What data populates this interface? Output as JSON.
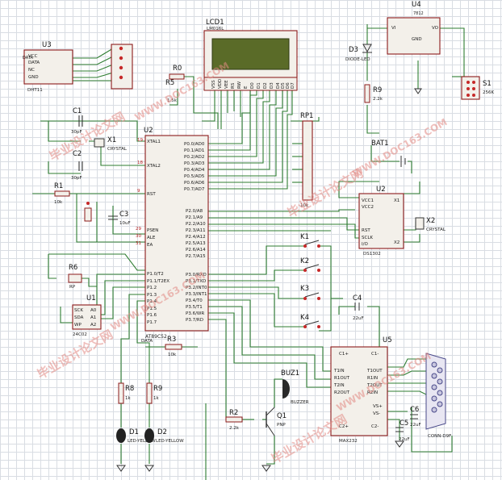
{
  "refs": {
    "U1": "U1",
    "U2": "U2",
    "U3": "U3",
    "U4": "U4",
    "U5": "U5",
    "LCD1": "LCD1",
    "RP1": "RP1",
    "D1": "D1",
    "D2": "D2",
    "D3": "D3",
    "R1": "R1",
    "R2": "R2",
    "R3": "R3",
    "R5": "R5",
    "R6": "R6",
    "R8": "R8",
    "R9a": "R9",
    "R9b": "R9",
    "Rx": "R0",
    "C1": "C1",
    "C2": "C2",
    "C3": "C3",
    "C4": "C4",
    "C5": "C5",
    "C6": "C6",
    "X1": "X1",
    "X2": "X2",
    "Q1": "Q1",
    "BUZ1": "BUZ1",
    "S1": "S1",
    "BAT1": "BAT1",
    "K1": "K1",
    "K2": "K2",
    "K3": "K3",
    "K4": "K4"
  },
  "values": {
    "lcd_model": "LM016L",
    "u2_model": "AT89C52",
    "u5_model": "MAX232",
    "u3_model": "DHT11",
    "u4_model": "7812",
    "u1_model": "24C02",
    "u2r_model": "DS1302",
    "x1_val": "CRYSTAL",
    "x2_val": "CRYSTAL",
    "c1_val": "30pF",
    "c2_val": "30pF",
    "c3_val": "10uF",
    "c4_val": "22uF",
    "c5_val": "22uF",
    "c6_val": "22uF",
    "r1_val": "10k",
    "r2_val": "2.2k",
    "r3_val": "10k",
    "r5_val": "1.5k",
    "r8_val": "1k",
    "r9_val": "1k",
    "r9b_val": "2.2k",
    "r6_val": "RP",
    "rp1_val": "10k",
    "d1_val": "LED-YELLOW",
    "d2_val": "LED-YELLOW",
    "d3_val": "DIODE-LED",
    "q1_val": "PNP",
    "buz_val": "BUZZER",
    "s1_val": "256K",
    "conn": "CONN-D9F",
    "data_label": "DATA",
    "data_label2": "DATA",
    "data_label3": "DATA"
  },
  "u2_left_pins": [
    "XTAL1",
    "XTAL2",
    "RST",
    "PSEN",
    "ALE",
    "EA"
  ],
  "u2_left_nums": [
    "19",
    "18",
    "9",
    "29",
    "30",
    "31"
  ],
  "u2_p1": [
    "P1.0/T2",
    "P1.1/T2EX",
    "P1.2",
    "P1.3",
    "P1.4",
    "P1.5",
    "P1.6",
    "P1.7"
  ],
  "u2_p0": [
    "P0.0/AD0",
    "P0.1/AD1",
    "P0.2/AD2",
    "P0.3/AD3",
    "P0.4/AD4",
    "P0.5/AD5",
    "P0.6/AD6",
    "P0.7/AD7"
  ],
  "u2_p2": [
    "P2.0/A8",
    "P2.1/A9",
    "P2.2/A10",
    "P2.3/A11",
    "P2.4/A12",
    "P2.5/A13",
    "P2.6/A14",
    "P2.7/A15"
  ],
  "u2_p3": [
    "P3.0/RXD",
    "P3.1/TXD",
    "P3.2/INT0",
    "P3.3/INT1",
    "P3.4/T0",
    "P3.5/T1",
    "P3.6/WR",
    "P3.7/RD"
  ],
  "lcd_pins": [
    "VSS",
    "VDD",
    "VEE",
    "RS",
    "RW",
    "E",
    "D0",
    "D1",
    "D2",
    "D3",
    "D4",
    "D5",
    "D6",
    "D7"
  ],
  "u3_pins": [
    "VCC",
    "DATA",
    "NC",
    "GND"
  ],
  "u1_pins": [
    "SCK",
    "SDA",
    "WP",
    "A0",
    "A1",
    "A2"
  ],
  "u5_pins": [
    "C1+",
    "C1-",
    "T1IN",
    "R1OUT",
    "T2IN",
    "R2OUT",
    "T1OUT",
    "R1IN",
    "T2OUT",
    "R2IN",
    "VS+",
    "VS-",
    "C2+",
    "C2-"
  ],
  "ds_pins": [
    "VCC1",
    "VCC2",
    "X1",
    "X2",
    "RST",
    "SCLK",
    "I/O"
  ],
  "u4_pins": [
    "VI",
    "VO",
    "GND"
  ],
  "watermarks": [
    "毕业设计论文网",
    "WWW.DOC163.COM"
  ]
}
